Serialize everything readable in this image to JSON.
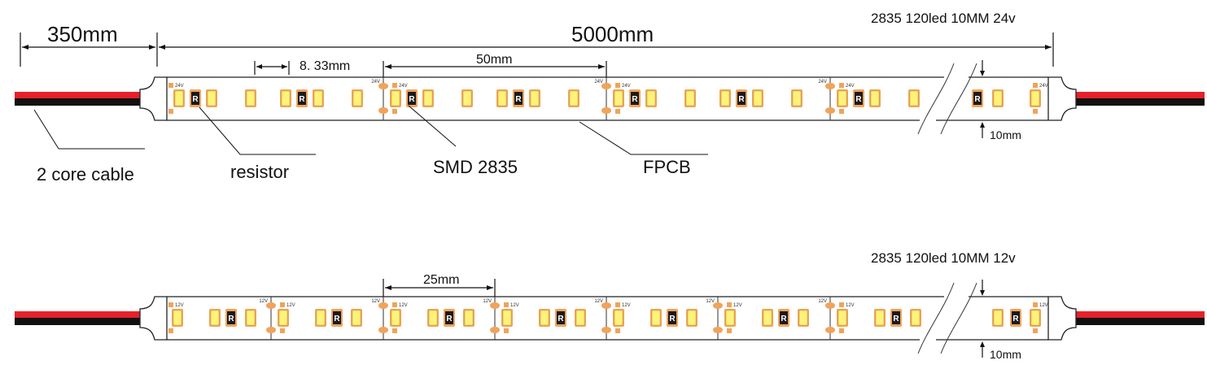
{
  "strip_24v": {
    "spec": "2835  120led 10MM  24v",
    "dim_cable": "350mm",
    "dim_total": "5000mm",
    "dim_pitch": "8. 33mm",
    "dim_segment": "50mm",
    "dim_width": "10mm",
    "pad_label": "24V",
    "label_cable": "2 core cable",
    "label_resistor": "resistor",
    "label_smd": "SMD 2835",
    "label_fpcb": "FPCB"
  },
  "strip_12v": {
    "spec": "2835  120led 10MM  12v",
    "dim_segment": "25mm",
    "dim_width": "10mm",
    "pad_label": "12V"
  },
  "resistor_mark": "R",
  "colors": {
    "led": "#fff27a",
    "pad": "#f0a35a",
    "resistor": "#1a1a1a",
    "wire_red": "#e8202a",
    "wire_black": "#111111",
    "outline": "#222222"
  }
}
